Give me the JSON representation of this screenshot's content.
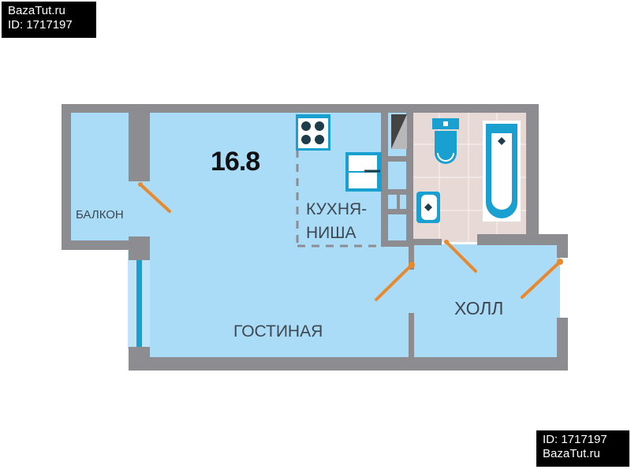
{
  "watermark_top": {
    "site": "BazaTut.ru",
    "id": "ID: 1717197"
  },
  "watermark_bottom": {
    "id": "ID: 1717197",
    "site": "BazaTut.ru"
  },
  "plan": {
    "area": "16.8",
    "rooms": {
      "balcony": "БАЛКОН",
      "kitchen_line1": "КУХНЯ-",
      "kitchen_line2": "НИША",
      "living": "ГОСТИНАЯ",
      "hall": "ХОЛЛ"
    },
    "colors": {
      "room_fill": "#abdcf7",
      "wall": "#8d8c91",
      "bathroom_tile": "#e6d9d6",
      "fixture_blue": "#1a9fd1",
      "door": "#e8892e",
      "window": "#1a9fd1"
    }
  }
}
